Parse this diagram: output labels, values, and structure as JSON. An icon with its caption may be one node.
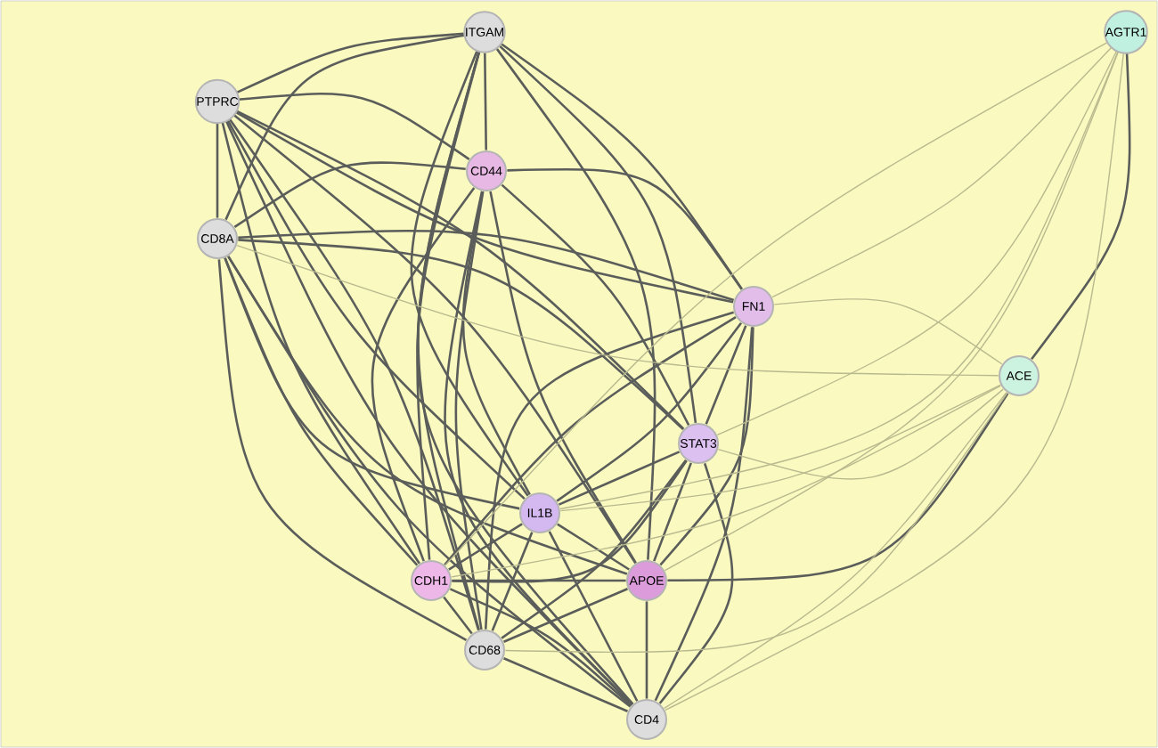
{
  "diagram": {
    "nodes": [
      {
        "text": [
          "ITGAM"
        ]
      },
      {
        "text": [
          "AGTR1"
        ]
      },
      {
        "text": [
          "PTPRC"
        ]
      },
      {
        "text": [
          "CD44"
        ]
      },
      {
        "text": [
          "CD8A"
        ]
      },
      {
        "text": [
          "FN1"
        ]
      },
      {
        "text": [
          "ACE"
        ]
      },
      {
        "text": [
          "STAT3"
        ]
      },
      {
        "text": [
          "IL1B"
        ]
      },
      {
        "text": [
          "CDH1"
        ]
      },
      {
        "text": [
          "APOE"
        ]
      },
      {
        "text": [
          "CD68"
        ]
      },
      {
        "text": [
          "CD4"
        ]
      }
    ],
    "edges": [
      {
        "from": 0,
        "to": 2,
        "arrow": "none"
      },
      {
        "from": 0,
        "to": 3,
        "arrow": "none"
      },
      {
        "from": 0,
        "to": 4,
        "arrow": "none"
      },
      {
        "from": 0,
        "to": 5,
        "arrow": "none"
      },
      {
        "from": 0,
        "to": 7,
        "arrow": "none"
      },
      {
        "from": 0,
        "to": 8,
        "arrow": "none"
      },
      {
        "from": 0,
        "to": 9,
        "arrow": "none"
      },
      {
        "from": 0,
        "to": 10,
        "arrow": "none"
      },
      {
        "from": 0,
        "to": 11,
        "arrow": "none"
      },
      {
        "from": 0,
        "to": 12,
        "arrow": "none"
      },
      {
        "from": 2,
        "to": 3,
        "arrow": "none"
      },
      {
        "from": 2,
        "to": 4,
        "arrow": "none"
      },
      {
        "from": 2,
        "to": 5,
        "arrow": "none"
      },
      {
        "from": 2,
        "to": 7,
        "arrow": "none"
      },
      {
        "from": 2,
        "to": 8,
        "arrow": "none"
      },
      {
        "from": 2,
        "to": 9,
        "arrow": "none"
      },
      {
        "from": 2,
        "to": 10,
        "arrow": "none"
      },
      {
        "from": 2,
        "to": 11,
        "arrow": "none"
      },
      {
        "from": 2,
        "to": 12,
        "arrow": "none"
      },
      {
        "from": 3,
        "to": 4,
        "arrow": "none"
      },
      {
        "from": 3,
        "to": 5,
        "arrow": "none"
      },
      {
        "from": 3,
        "to": 7,
        "arrow": "none"
      },
      {
        "from": 3,
        "to": 8,
        "arrow": "none"
      },
      {
        "from": 3,
        "to": 9,
        "arrow": "none"
      },
      {
        "from": 3,
        "to": 10,
        "arrow": "none"
      },
      {
        "from": 3,
        "to": 11,
        "arrow": "none"
      },
      {
        "from": 3,
        "to": 12,
        "arrow": "none"
      },
      {
        "from": 4,
        "to": 5,
        "arrow": "none"
      },
      {
        "from": 4,
        "to": 7,
        "arrow": "none"
      },
      {
        "from": 4,
        "to": 8,
        "arrow": "none"
      },
      {
        "from": 4,
        "to": 9,
        "arrow": "none"
      },
      {
        "from": 4,
        "to": 10,
        "arrow": "none"
      },
      {
        "from": 4,
        "to": 11,
        "arrow": "none"
      },
      {
        "from": 4,
        "to": 12,
        "arrow": "none"
      },
      {
        "from": 5,
        "to": 7,
        "arrow": "none"
      },
      {
        "from": 5,
        "to": 8,
        "arrow": "none"
      },
      {
        "from": 5,
        "to": 9,
        "arrow": "none"
      },
      {
        "from": 5,
        "to": 10,
        "arrow": "none"
      },
      {
        "from": 5,
        "to": 11,
        "arrow": "none"
      },
      {
        "from": 5,
        "to": 12,
        "arrow": "none"
      },
      {
        "from": 7,
        "to": 8,
        "arrow": "none"
      },
      {
        "from": 7,
        "to": 9,
        "arrow": "none"
      },
      {
        "from": 7,
        "to": 10,
        "arrow": "none"
      },
      {
        "from": 7,
        "to": 11,
        "arrow": "none"
      },
      {
        "from": 7,
        "to": 12,
        "arrow": "none"
      },
      {
        "from": 8,
        "to": 9,
        "arrow": "none"
      },
      {
        "from": 8,
        "to": 10,
        "arrow": "none"
      },
      {
        "from": 8,
        "to": 11,
        "arrow": "none"
      },
      {
        "from": 8,
        "to": 12,
        "arrow": "none"
      },
      {
        "from": 9,
        "to": 10,
        "arrow": "none"
      },
      {
        "from": 9,
        "to": 11,
        "arrow": "none"
      },
      {
        "from": 9,
        "to": 12,
        "arrow": "none"
      },
      {
        "from": 10,
        "to": 11,
        "arrow": "none"
      },
      {
        "from": 10,
        "to": 12,
        "arrow": "none"
      },
      {
        "from": 11,
        "to": 12,
        "arrow": "none"
      },
      {
        "from": 1,
        "to": 6,
        "arrow": "none"
      },
      {
        "from": 6,
        "to": 10,
        "arrow": "none"
      },
      {
        "from": 1,
        "to": 5,
        "arrow": "none",
        "color": "#b9b98f"
      },
      {
        "from": 1,
        "to": 7,
        "arrow": "none",
        "color": "#b9b98f"
      },
      {
        "from": 1,
        "to": 8,
        "arrow": "none",
        "color": "#b9b98f"
      },
      {
        "from": 1,
        "to": 9,
        "arrow": "none",
        "color": "#b9b98f"
      },
      {
        "from": 1,
        "to": 10,
        "arrow": "none",
        "color": "#b9b98f"
      },
      {
        "from": 1,
        "to": 12,
        "arrow": "none",
        "color": "#b9b98f"
      },
      {
        "from": 6,
        "to": 4,
        "arrow": "none",
        "color": "#b9b98f"
      },
      {
        "from": 6,
        "to": 5,
        "arrow": "none",
        "color": "#b9b98f"
      },
      {
        "from": 6,
        "to": 7,
        "arrow": "none",
        "color": "#b9b98f"
      },
      {
        "from": 6,
        "to": 8,
        "arrow": "none",
        "color": "#b9b98f"
      },
      {
        "from": 6,
        "to": 9,
        "arrow": "none",
        "color": "#b9b98f"
      },
      {
        "from": 6,
        "to": 11,
        "arrow": "none",
        "color": "#b9b98f"
      },
      {
        "from": 6,
        "to": 12,
        "arrow": "none",
        "color": "#b9b98f"
      }
    ]
  }
}
